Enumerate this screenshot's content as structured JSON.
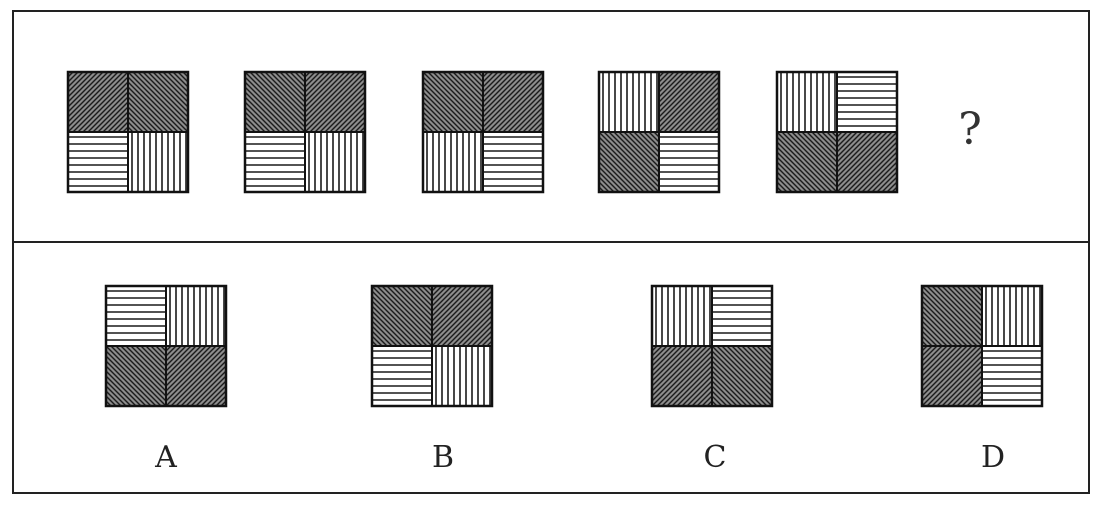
{
  "question_mark": "?",
  "sequence": [
    {
      "tl": "diag-right",
      "tr": "diag-left",
      "bl": "horizontal",
      "br": "vertical"
    },
    {
      "tl": "diag-left",
      "tr": "diag-right",
      "bl": "horizontal",
      "br": "vertical"
    },
    {
      "tl": "diag-left",
      "tr": "diag-right",
      "bl": "vertical",
      "br": "horizontal"
    },
    {
      "tl": "vertical",
      "tr": "diag-right",
      "bl": "diag-left",
      "br": "horizontal"
    },
    {
      "tl": "vertical",
      "tr": "horizontal",
      "bl": "diag-left",
      "br": "diag-right"
    }
  ],
  "options": [
    {
      "label": "A",
      "cells": {
        "tl": "horizontal",
        "tr": "vertical",
        "bl": "diag-left",
        "br": "diag-right"
      }
    },
    {
      "label": "B",
      "cells": {
        "tl": "diag-left",
        "tr": "diag-right",
        "bl": "horizontal",
        "br": "vertical"
      }
    },
    {
      "label": "C",
      "cells": {
        "tl": "vertical",
        "tr": "horizontal",
        "bl": "diag-right",
        "br": "diag-left"
      }
    },
    {
      "label": "D",
      "cells": {
        "tl": "diag-left",
        "tr": "vertical",
        "bl": "diag-right",
        "br": "horizontal"
      }
    }
  ]
}
